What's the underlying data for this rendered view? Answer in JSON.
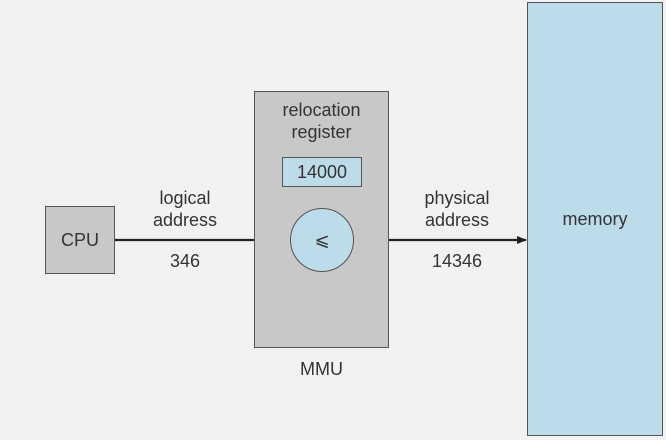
{
  "cpu": {
    "label": "CPU"
  },
  "mmu": {
    "label": "MMU",
    "register_title_line1": "relocation",
    "register_title_line2": "register",
    "register_value": "14000",
    "adder_symbol": "⩽"
  },
  "memory": {
    "label": "memory"
  },
  "logical": {
    "line1": "logical",
    "line2": "address",
    "value": "346"
  },
  "physical": {
    "line1": "physical",
    "line2": "address",
    "value": "14346"
  },
  "colors": {
    "box_gray": "#c8c8c8",
    "box_blue": "#bcdcea",
    "background": "#f2f2f2",
    "line": "#222222"
  }
}
